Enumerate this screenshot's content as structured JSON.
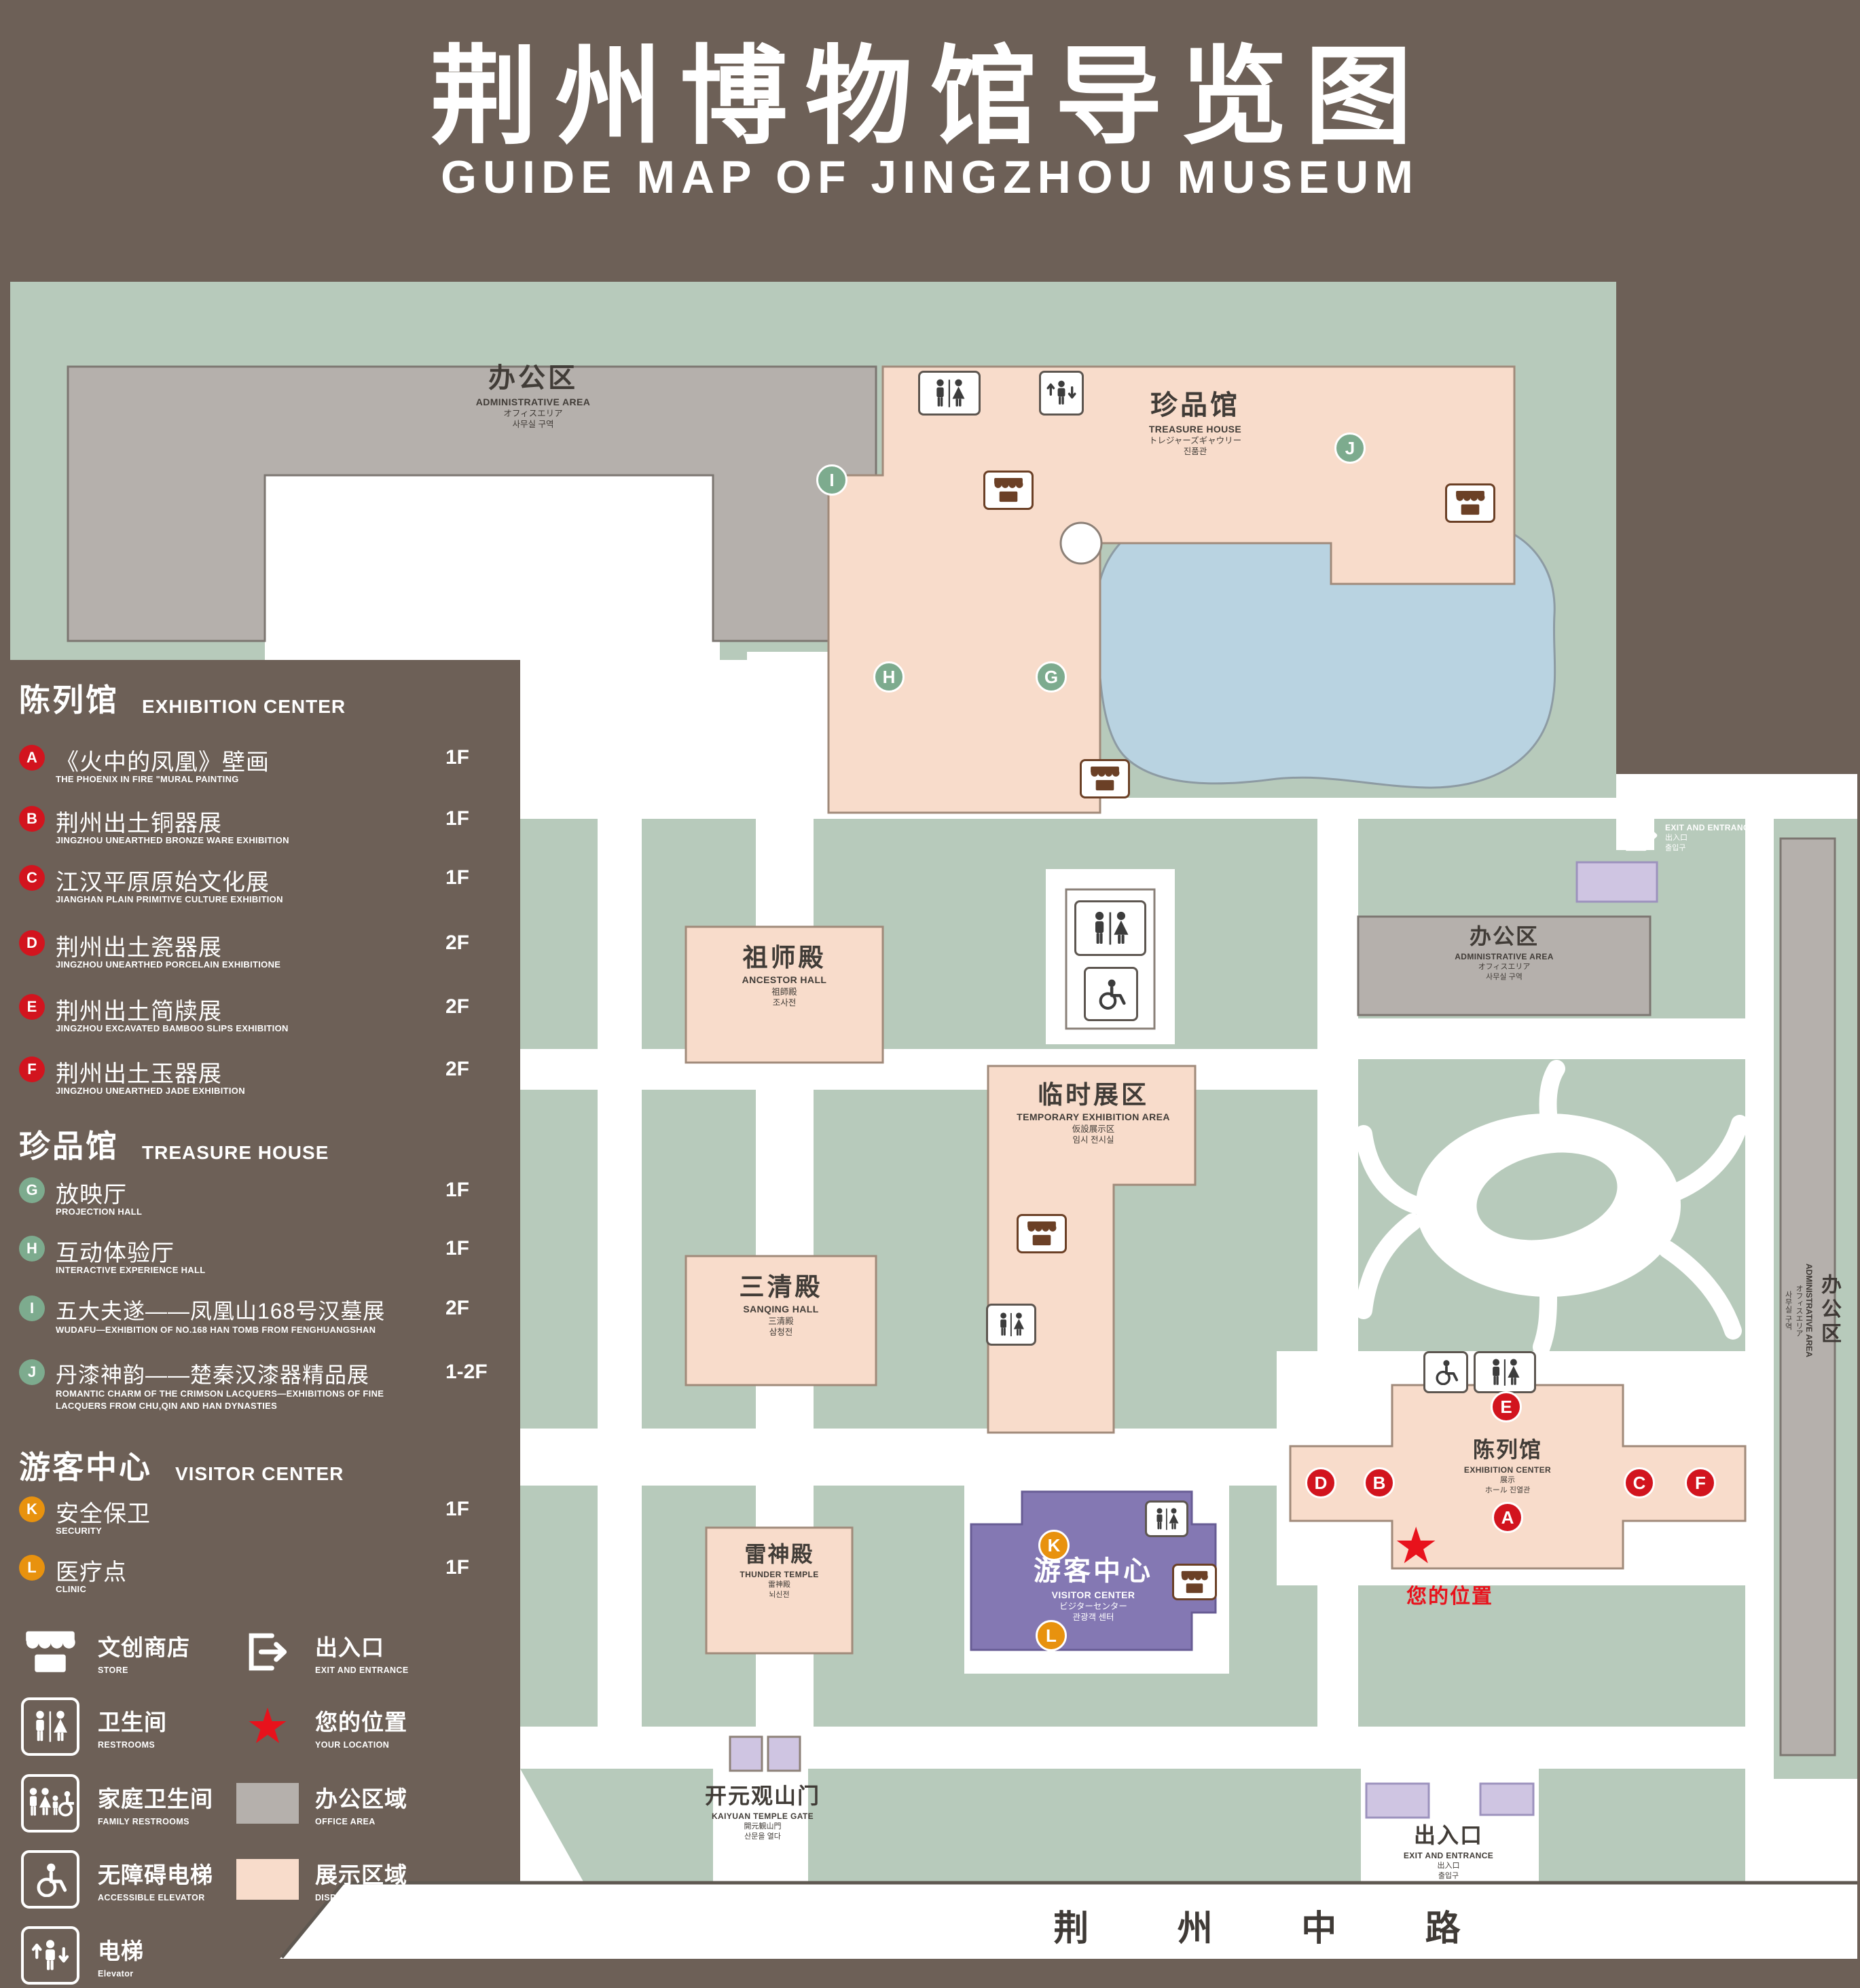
{
  "title": {
    "cn": "荆州博物馆导览图",
    "en": "GUIDE MAP OF JINGZHOU MUSEUM"
  },
  "icons": {
    "star": "★"
  },
  "colors": {
    "background": "#6d6057",
    "grounds_green": "#b7cabb",
    "display_area": "#f8dccb",
    "office_area": "#b5b0ac",
    "pond_blue": "#b9d3e1",
    "visitor_purple": "#8478b3",
    "entrance_purple": "#cfc5e2",
    "marker_red": "#d2141e",
    "marker_green": "#7dab8e",
    "marker_orange": "#e8920e",
    "location_red": "#e8121c"
  },
  "legend": {
    "sections": [
      {
        "header_cn": "陈列馆",
        "header_en": "EXHIBITION CENTER",
        "items": [
          {
            "letter": "A",
            "cn": "《火中的凤凰》壁画",
            "en": "THE PHOENIX IN FIRE \"MURAL PAINTING",
            "floor": "1F"
          },
          {
            "letter": "B",
            "cn": "荆州出土铜器展",
            "en": "JINGZHOU UNEARTHED BRONZE WARE EXHIBITION",
            "floor": "1F"
          },
          {
            "letter": "C",
            "cn": "江汉平原原始文化展",
            "en": "JIANGHAN PLAIN PRIMITIVE CULTURE EXHIBITION",
            "floor": "1F"
          },
          {
            "letter": "D",
            "cn": "荆州出土瓷器展",
            "en": "JINGZHOU UNEARTHED PORCELAIN EXHIBITIONE",
            "floor": "2F"
          },
          {
            "letter": "E",
            "cn": "荆州出土简牍展",
            "en": "JINGZHOU EXCAVATED BAMBOO SLIPS EXHIBITION",
            "floor": "2F"
          },
          {
            "letter": "F",
            "cn": "荆州出土玉器展",
            "en": "JINGZHOU UNEARTHED JADE EXHIBITION",
            "floor": "2F"
          }
        ]
      },
      {
        "header_cn": "珍品馆",
        "header_en": "TREASURE HOUSE",
        "items": [
          {
            "letter": "G",
            "cn": "放映厅",
            "en": "PROJECTION HALL",
            "floor": "1F"
          },
          {
            "letter": "H",
            "cn": "互动体验厅",
            "en": "INTERACTIVE EXPERIENCE HALL",
            "floor": "1F"
          },
          {
            "letter": "I",
            "cn": "五大夫遂——凤凰山168号汉墓展",
            "en": "WUDAFU—EXHIBITION OF NO.168 HAN TOMB FROM FENGHUANGSHAN",
            "floor": "2F"
          },
          {
            "letter": "J",
            "cn": "丹漆神韵——楚秦汉漆器精品展",
            "en": "ROMANTIC CHARM OF THE CRIMSON LACQUERS—EXHIBITIONS OF FINE LACQUERS FROM CHU,QIN AND HAN DYNASTIES",
            "floor": "1-2F"
          }
        ]
      },
      {
        "header_cn": "游客中心",
        "header_en": "VISITOR CENTER",
        "items": [
          {
            "letter": "K",
            "cn": "安全保卫",
            "en": "SECURITY",
            "floor": "1F"
          },
          {
            "letter": "L",
            "cn": "医疗点",
            "en": "CLINIC",
            "floor": "1F"
          }
        ]
      }
    ],
    "symbols": [
      {
        "icon": "store-icon",
        "cn": "文创商店",
        "en": "STORE"
      },
      {
        "icon": "exit-icon",
        "cn": "出入口",
        "en": "EXIT AND ENTRANCE"
      },
      {
        "icon": "restroom-icon",
        "cn": "卫生间",
        "en": "RESTROOMS"
      },
      {
        "icon": "your-location-star",
        "cn": "您的位置",
        "en": "YOUR LOCATION"
      },
      {
        "icon": "family-restroom-icon",
        "cn": "家庭卫生间",
        "en": "FAMILY RESTROOMS"
      },
      {
        "icon": "office-area-swatch",
        "cn": "办公区域",
        "en": "OFFICE AREA"
      },
      {
        "icon": "accessible-elevator-icon",
        "cn": "无障碍电梯",
        "en": "ACCESSIBLE ELEVATOR"
      },
      {
        "icon": "display-area-swatch",
        "cn": "展示区域",
        "en": "DISPLAY AREA"
      },
      {
        "icon": "elevator-icon",
        "cn": "电梯",
        "en": "Elevator"
      }
    ]
  },
  "map": {
    "labels": {
      "admin_nw": {
        "cn": "办公区",
        "en": "ADMINISTRATIVE AREA",
        "jp": "オフィスエリア",
        "kr": "사무실 구역"
      },
      "treasure": {
        "cn": "珍品馆",
        "en": "TREASURE HOUSE",
        "jp": "トレジャーズギャウリー",
        "kr": "진품관"
      },
      "exit_ne": {
        "cn": "出入口",
        "en": "EXIT AND ENTRANCE",
        "l3": "出入口",
        "l4": "출입구"
      },
      "ancestor": {
        "cn": "祖师殿",
        "en": "ANCESTOR HALL",
        "jp": "祖師殿",
        "kr": "조사전"
      },
      "admin_mid": {
        "cn": "办公区",
        "en": "ADMINISTRATIVE AREA",
        "jp": "オフィスエリア",
        "kr": "사무실 구역"
      },
      "temporary": {
        "cn": "临时展区",
        "en": "TEMPORARY EXHIBITION AREA",
        "jp": "仮設展示区",
        "kr": "임시 전시실"
      },
      "sanqing": {
        "cn": "三清殿",
        "en": "SANQING HALL",
        "jp": "三清殿",
        "kr": "삼청전"
      },
      "thunder": {
        "cn": "雷神殿",
        "en": "THUNDER TEMPLE",
        "jp": "雷神殿",
        "kr": "뇌신전"
      },
      "visitor": {
        "cn": "游客中心",
        "en": "VISITOR CENTER",
        "jp": "ビジターセンター",
        "kr": "관광객 센터"
      },
      "exhibition": {
        "cn": "陈列馆",
        "en": "EXHIBITION CENTER",
        "jp": "展示",
        "kr": "ホール 진열관"
      },
      "admin_e": {
        "cn": "办公区",
        "en": "ADMINISTRATIVE AREA",
        "jp": "オフィスエリア",
        "kr": "사무실 구역"
      },
      "gate": {
        "cn": "开元观山门",
        "en": "KAIYUAN TEMPLE GATE",
        "jp": "開元観山門",
        "kr": "산문을 열다"
      },
      "exit_s": {
        "cn": "出入口",
        "en": "EXIT AND ENTRANCE",
        "l3": "出入口",
        "l4": "출입구"
      },
      "your_location": "您的位置",
      "road": "荆 州 中 路"
    },
    "markers": {
      "A": "A",
      "B": "B",
      "C": "C",
      "D": "D",
      "E": "E",
      "F": "F",
      "G": "G",
      "H": "H",
      "I": "I",
      "J": "J",
      "K": "K",
      "L": "L"
    }
  }
}
